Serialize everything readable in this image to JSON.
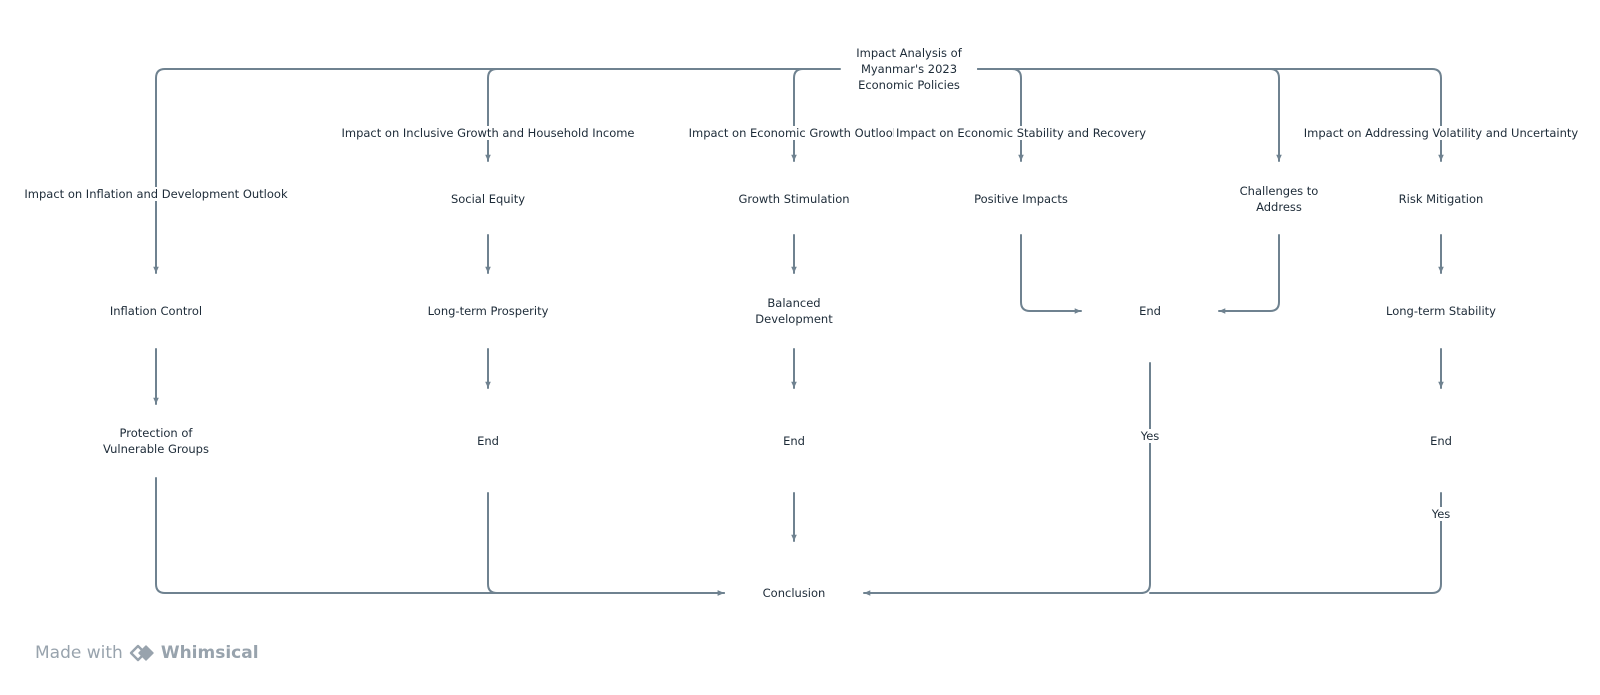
{
  "diagram": {
    "root": "Impact Analysis of Myanmar's 2023 Economic Policies",
    "branches": {
      "inclusive_growth": "Impact on Inclusive Growth and Household Income",
      "growth_outlook": "Impact on Economic Growth Outlook",
      "stability_recovery": "Impact on Economic Stability and Recovery",
      "volatility": "Impact on Addressing Volatility and Uncertainty",
      "inflation": "Impact on Inflation and Development Outlook"
    },
    "nodes": {
      "social_equity": "Social Equity",
      "growth_stimulation": "Growth Stimulation",
      "positive_impacts": "Positive Impacts",
      "challenges": "Challenges to Address",
      "risk_mitigation": "Risk Mitigation",
      "inflation_control": "Inflation Control",
      "long_term_prosperity": "Long-term Prosperity",
      "balanced_development": "Balanced Development",
      "end_stability": "End",
      "long_term_stability": "Long-term Stability",
      "protection_vulnerable": "Protection of Vulnerable Groups",
      "end_inclusive": "End",
      "end_growth": "End",
      "end_volatility": "End",
      "conclusion": "Conclusion"
    },
    "edge_labels": {
      "yes_stability": "Yes",
      "yes_volatility": "Yes"
    }
  },
  "watermark": {
    "prefix": "Made with",
    "brand": "Whimsical"
  },
  "colors": {
    "edge": "#6f8290",
    "text": "#1d2b38",
    "watermark": "#98a3ad"
  }
}
